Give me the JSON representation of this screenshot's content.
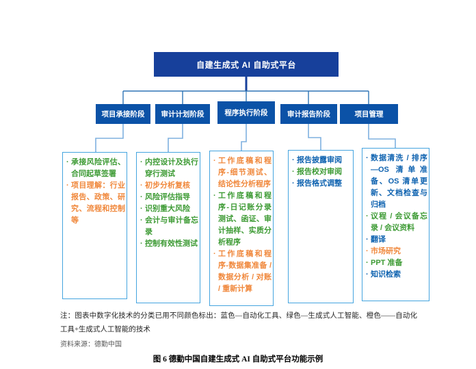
{
  "platform": {
    "title": "自建生成式 AI 自助式平台"
  },
  "colors": {
    "blue": "#0F63B0",
    "green": "#3E9B35",
    "orange": "#F0883C",
    "top_box": "#17409B",
    "stage_box": "#0B52A7",
    "column_border": "#44A4DF"
  },
  "stages": [
    {
      "label": "项目承接阶段",
      "items": [
        {
          "text": "承接风险评估、合同起草签署",
          "color": "green"
        },
        {
          "text": "项目理解：行业报告、政策、研究、流程和控制等",
          "color": "orange"
        }
      ]
    },
    {
      "label": "审计计划阶段",
      "items": [
        {
          "text": "内控设计及执行穿行测试",
          "color": "green"
        },
        {
          "text": "初步分析复核",
          "color": "orange"
        },
        {
          "text": "风险评估指导",
          "color": "green"
        },
        {
          "text": "识别重大风险",
          "color": "green"
        },
        {
          "text": "会计与审计备忘录",
          "color": "green"
        },
        {
          "text": "控制有效性测试",
          "color": "green"
        }
      ]
    },
    {
      "label": "程序执行阶段",
      "items": [
        {
          "text": "工作底稿和程序-细节测试、结论性分析程序",
          "color": "orange"
        },
        {
          "text": "工作底稿和程序-日记账分录测试、函证、审计抽样、实质分析程序",
          "color": "green"
        },
        {
          "text": "工作底稿和程序-数据集准备 / 数据分析 / 对账 / 重新计算",
          "color": "orange"
        }
      ]
    },
    {
      "label": "审计报告阶段",
      "items": [
        {
          "text": "报告披露审阅",
          "color": "blue"
        },
        {
          "text": "报告校对审阅",
          "color": "green"
        },
        {
          "text": "报告格式调整",
          "color": "blue"
        }
      ]
    },
    {
      "label": "项目管理",
      "items": [
        {
          "text": "数据清洗 / 排序—OS 清单准备、OS 清单更新、文档检查与归档",
          "color": "blue"
        },
        {
          "text": "议程 / 会议备忘录 / 会议资料",
          "color": "green"
        },
        {
          "text": "翻译",
          "color": "blue"
        },
        {
          "text": "市场研究",
          "color": "orange"
        },
        {
          "text": "PPT 准备",
          "color": "green"
        },
        {
          "text": "知识检索",
          "color": "blue"
        }
      ]
    }
  ],
  "footer": {
    "note": "注：图表中数字化技术的分类已用不同颜色标出：蓝色—自动化工具、绿色—生成式人工智能、橙色——自动化工具+生成式人工智能的技术",
    "source": "资料来源：德勤中国",
    "caption": "图 6 德勤中国自建生成式 AI 自助式平台功能示例"
  }
}
